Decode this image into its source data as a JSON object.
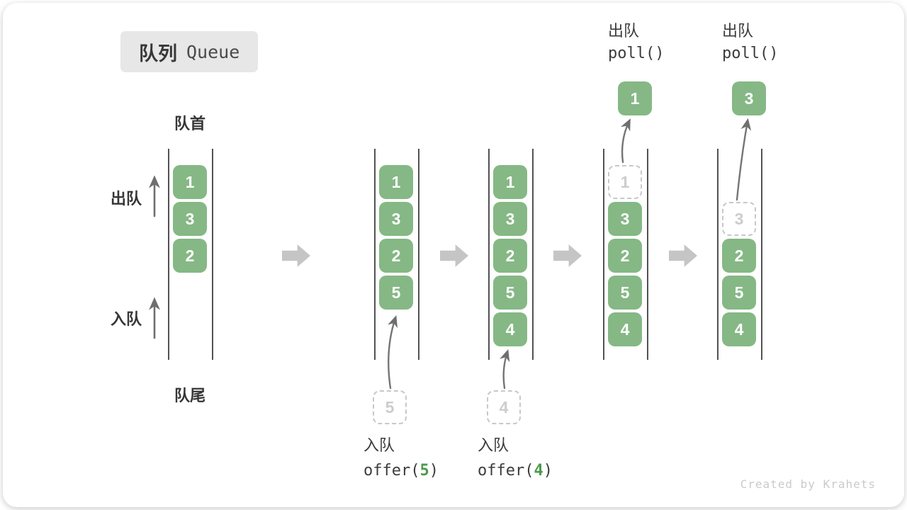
{
  "title": {
    "zh": "队列",
    "en": "Queue"
  },
  "labels": {
    "front": "队首",
    "rear": "队尾",
    "dequeue": "出队",
    "enqueue": "入队"
  },
  "watermark": "Created by Krahets",
  "colors": {
    "box_green": "#85b885",
    "box_text": "#ffffff",
    "code_arg_green": "#4c9a4c",
    "dashed_border": "#c8c8c8",
    "block_arrow_gray": "#c5c5c5",
    "thin_arrow_gray": "#757575",
    "title_bg": "#e7e7e7",
    "watermark_gray": "#cacaca"
  },
  "states": [
    {
      "items": [
        {
          "value": "1",
          "style": "solid",
          "slot": 0
        },
        {
          "value": "3",
          "style": "solid",
          "slot": 1
        },
        {
          "value": "2",
          "style": "solid",
          "slot": 2
        }
      ]
    },
    {
      "items": [
        {
          "value": "1",
          "style": "solid",
          "slot": 0
        },
        {
          "value": "3",
          "style": "solid",
          "slot": 1
        },
        {
          "value": "2",
          "style": "solid",
          "slot": 2
        },
        {
          "value": "5",
          "style": "solid",
          "slot": 3
        }
      ],
      "incoming": {
        "value": "5"
      },
      "op": {
        "position": "below",
        "action": "入队",
        "code_pre": "offer(",
        "code_arg": "5",
        "code_post": ")"
      }
    },
    {
      "items": [
        {
          "value": "1",
          "style": "solid",
          "slot": 0
        },
        {
          "value": "3",
          "style": "solid",
          "slot": 1
        },
        {
          "value": "2",
          "style": "solid",
          "slot": 2
        },
        {
          "value": "5",
          "style": "solid",
          "slot": 3
        },
        {
          "value": "4",
          "style": "solid",
          "slot": 4
        }
      ],
      "incoming": {
        "value": "4"
      },
      "op": {
        "position": "below",
        "action": "入队",
        "code_pre": "offer(",
        "code_arg": "4",
        "code_post": ")"
      }
    },
    {
      "items": [
        {
          "value": "1",
          "style": "dashed",
          "slot": 0
        },
        {
          "value": "3",
          "style": "solid",
          "slot": 1
        },
        {
          "value": "2",
          "style": "solid",
          "slot": 2
        },
        {
          "value": "5",
          "style": "solid",
          "slot": 3
        },
        {
          "value": "4",
          "style": "solid",
          "slot": 4
        }
      ],
      "outgoing": {
        "value": "1"
      },
      "op": {
        "position": "above",
        "action": "出队",
        "code_pre": "poll()",
        "code_arg": "",
        "code_post": ""
      }
    },
    {
      "items": [
        {
          "value": "3",
          "style": "dashed",
          "slot": 1
        },
        {
          "value": "2",
          "style": "solid",
          "slot": 2
        },
        {
          "value": "5",
          "style": "solid",
          "slot": 3
        },
        {
          "value": "4",
          "style": "solid",
          "slot": 4
        }
      ],
      "outgoing": {
        "value": "3"
      },
      "op": {
        "position": "above",
        "action": "出队",
        "code_pre": "poll()",
        "code_arg": "",
        "code_post": ""
      }
    }
  ]
}
